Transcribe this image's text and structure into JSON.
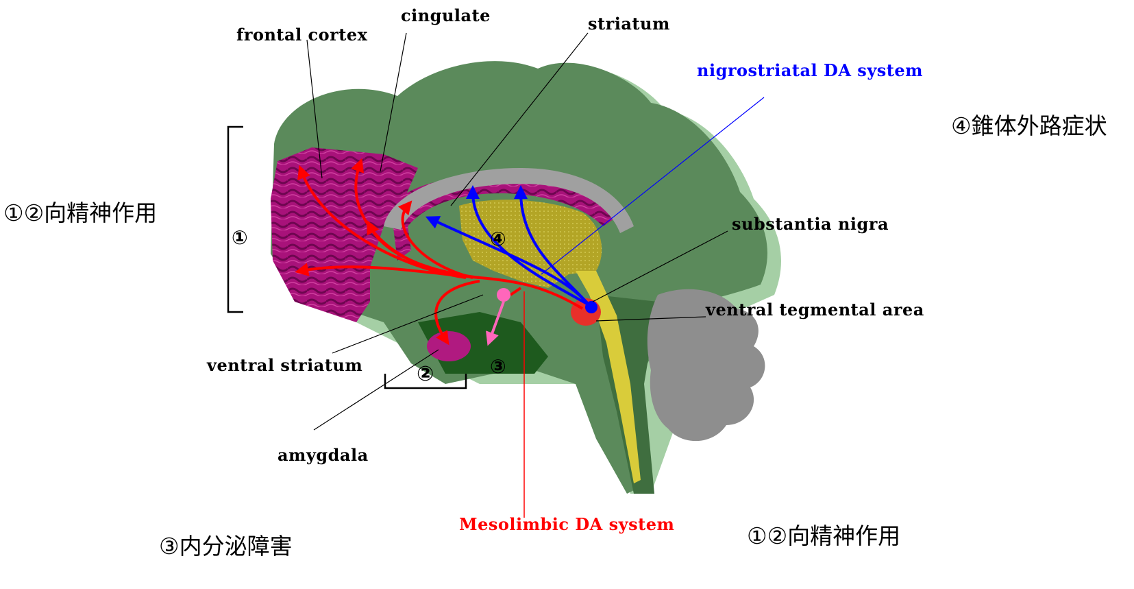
{
  "labels": {
    "frontal_cortex": "frontal cortex",
    "cingulate": "cingulate",
    "striatum": "striatum",
    "nigrostriatal": "nigrostriatal DA system",
    "substantia_nigra": "substantia nigra",
    "ventral_tegmental_area": "ventral tegmental area",
    "ventral_striatum": "ventral striatum",
    "amygdala": "amygdala",
    "mesolimbic": "Mesolimbic DA system"
  },
  "markers": {
    "m1": "①",
    "m2": "②",
    "m3": "③",
    "m4": "④"
  },
  "notes": {
    "left_effect": "①②向精神作用",
    "extrapyramidal": "④錐体外路症状",
    "endocrine": "③内分泌障害",
    "bottom_effect": "①②向精神作用"
  },
  "colors": {
    "brain_green": "#5f8f5f",
    "brain_dark": "#2e6a2e",
    "cortex_magenta": "#a0106e",
    "striatum_yellow": "#b5a52a",
    "cerebellum_gray": "#8c8c8c",
    "mesolimbic_red": "#ff0000",
    "nigrostriatal_blue": "#0000ff",
    "pituitary_pink": "#ff5fb0"
  }
}
